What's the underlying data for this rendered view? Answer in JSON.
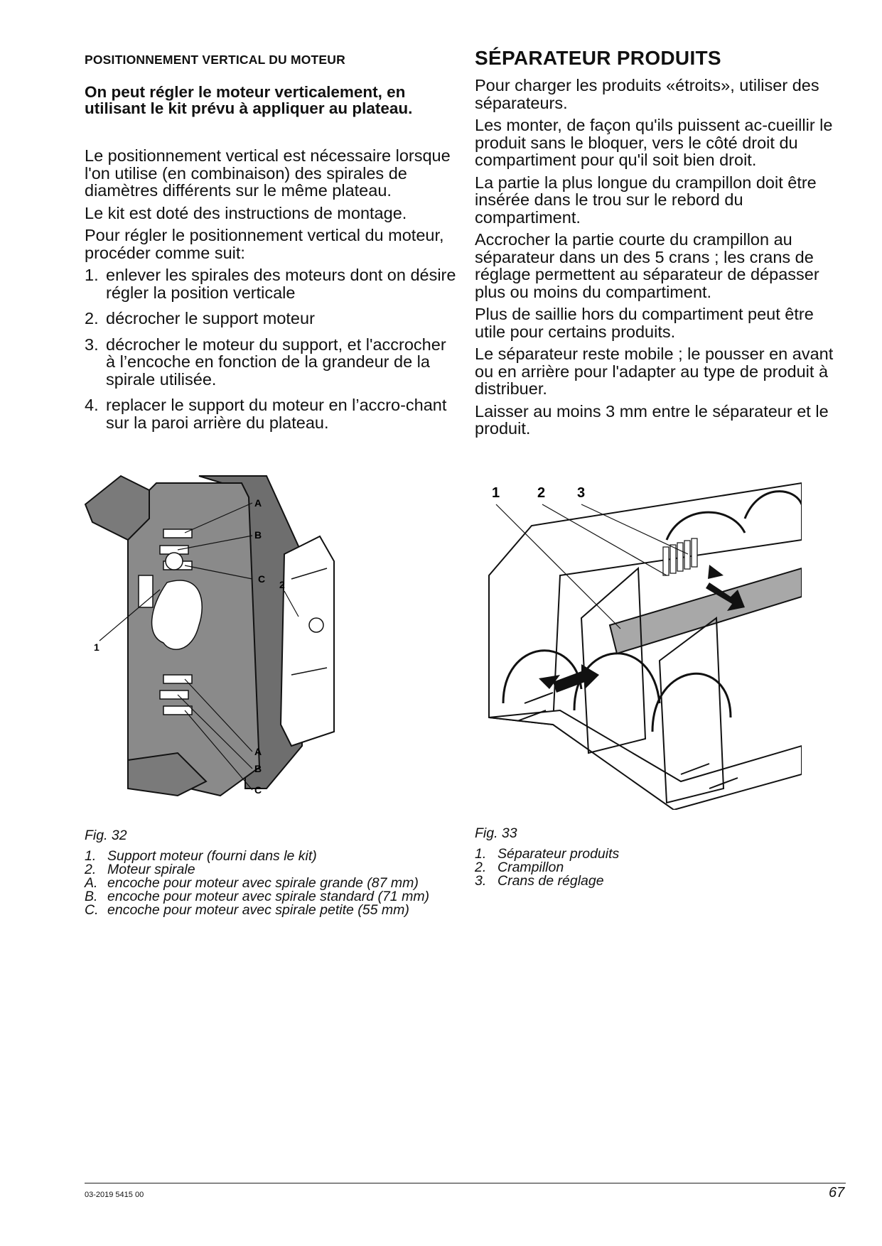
{
  "left": {
    "subheading": "POSITIONNEMENT VERTICAL DU MOTEUR",
    "lead": "On peut régler le moteur verticalement, en utilisant le kit prévu à appliquer au plateau.",
    "paragraphs": [
      "Le positionnement vertical est nécessaire lorsque l'on utilise (en combinaison) des spirales de diamètres différents sur le même plateau.",
      "Le kit est doté des instructions de montage.",
      "Pour régler le positionnement vertical du moteur, procéder comme suit:"
    ],
    "steps": [
      {
        "num": "1.",
        "text": "enlever les spirales des moteurs dont on désire régler la position verticale"
      },
      {
        "num": "2.",
        "text": "décrocher le support moteur"
      },
      {
        "num": "3.",
        "text": "décrocher le moteur du support, et l'accrocher à l’encoche en fonction de la grandeur de la spirale utilisée."
      },
      {
        "num": "4.",
        "text": "replacer le support du moteur en l’accro-chant sur la paroi arrière du plateau."
      }
    ],
    "figure": {
      "labels": {
        "one": "1",
        "two": "2",
        "a": "A",
        "b": "B",
        "c": "C"
      },
      "caption": "Fig. 32",
      "legend": [
        {
          "key": "1.",
          "text": "Support moteur (fourni dans le kit)"
        },
        {
          "key": "2.",
          "text": "Moteur spirale"
        },
        {
          "key": "A.",
          "text": "encoche pour moteur avec spirale grande (87 mm)"
        },
        {
          "key": "B.",
          "text": "encoche pour moteur avec spirale standard (71 mm)"
        },
        {
          "key": "C.",
          "text": "encoche pour moteur avec spirale petite (55 mm)"
        }
      ]
    }
  },
  "right": {
    "title": "SÉPARATEUR PRODUITS",
    "paragraphs": [
      "Pour charger les produits «étroits», utiliser des séparateurs.",
      "Les monter, de façon qu'ils puissent ac-cueillir le produit sans le bloquer, vers le côté droit du compartiment pour qu'il soit bien droit.",
      "La partie la plus longue du crampillon doit être insérée dans le trou sur le rebord du compartiment.",
      "Accrocher la partie courte du crampillon au séparateur dans un des 5 crans ; les crans de réglage permettent au séparateur de dépasser plus ou moins du compartiment.",
      "Plus de saillie hors du compartiment peut être utile pour certains produits.",
      "Le séparateur reste mobile ; le pousser en avant ou en arrière pour l'adapter au type de produit à distribuer.",
      "Laisser au moins 3 mm entre le séparateur et le produit."
    ],
    "figure": {
      "labels": [
        "1",
        "2",
        "3"
      ],
      "caption": "Fig. 33",
      "legend": [
        {
          "key": "1.",
          "text": "Séparateur produits"
        },
        {
          "key": "2.",
          "text": "Crampillon"
        },
        {
          "key": "3.",
          "text": "Crans de réglage"
        }
      ]
    }
  },
  "footer": {
    "code": "03-2019 5415 00",
    "page": "67"
  },
  "colors": {
    "plate_fill": "#8a8a8a",
    "plate_shadow": "#6e6e6e",
    "line": "#111111",
    "separator_fill": "#a8a8a8"
  }
}
